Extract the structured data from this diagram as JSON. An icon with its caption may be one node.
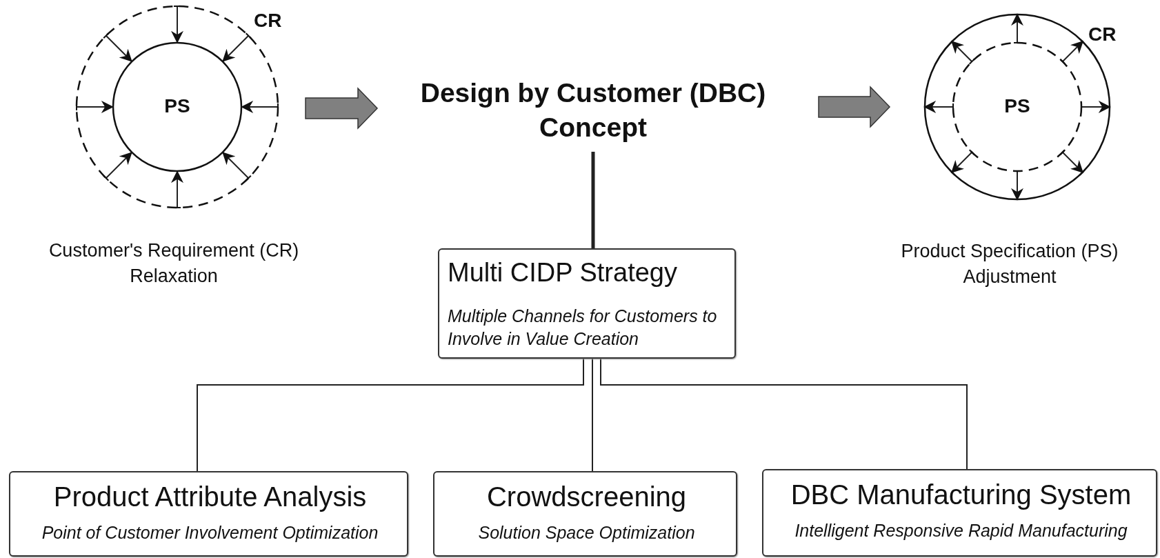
{
  "diagram": {
    "nodes": [
      {
        "text": [
          "CR"
        ],
        "beside": [
          "Customer's Requirement (CR) Relaxation"
        ]
      },
      {
        "text": [
          "PS"
        ],
        "in": 0
      },
      {
        "text": [
          "Design by Customer (DBC) Concept"
        ]
      },
      {
        "text": [
          "CR"
        ],
        "beside": [
          "Product Specification (PS) Adjustment"
        ]
      },
      {
        "text": [
          "PS"
        ],
        "in": 3
      },
      {
        "text": [
          "Multi CIDP Strategy",
          "Multiple Channels for Customers to Involve in Value Creation"
        ]
      },
      {
        "text": [
          "Product Attribute Analysis",
          "Point of Customer Involvement Optimization"
        ]
      },
      {
        "text": [
          "Crowdscreening",
          "Solution Space Optimization"
        ]
      },
      {
        "text": [
          "DBC Manufacturing System",
          "Intelligent Responsive Rapid Manufacturing"
        ]
      }
    ],
    "edges": [
      {
        "from": 0,
        "to": 2,
        "arrow": "to"
      },
      {
        "from": 2,
        "to": 3,
        "arrow": "to"
      },
      {
        "from": 2,
        "to": 5,
        "arrow": "none",
        "style": "thick"
      },
      {
        "from": 5,
        "to": 6,
        "arrow": "none"
      },
      {
        "from": 5,
        "to": 7,
        "arrow": "none"
      },
      {
        "from": 5,
        "to": 8,
        "arrow": "none"
      },
      {
        "from": 0,
        "to": 1,
        "arrow": "to"
      },
      {
        "from": 0,
        "to": 1,
        "arrow": "to"
      },
      {
        "from": 0,
        "to": 1,
        "arrow": "to"
      },
      {
        "from": 0,
        "to": 1,
        "arrow": "to"
      },
      {
        "from": 0,
        "to": 1,
        "arrow": "to"
      },
      {
        "from": 0,
        "to": 1,
        "arrow": "to"
      },
      {
        "from": 0,
        "to": 1,
        "arrow": "to"
      },
      {
        "from": 0,
        "to": 1,
        "arrow": "to"
      },
      {
        "from": 4,
        "to": 3,
        "arrow": "to"
      },
      {
        "from": 4,
        "to": 3,
        "arrow": "to"
      },
      {
        "from": 4,
        "to": 3,
        "arrow": "to"
      },
      {
        "from": 4,
        "to": 3,
        "arrow": "to"
      },
      {
        "from": 4,
        "to": 3,
        "arrow": "to"
      },
      {
        "from": 4,
        "to": 3,
        "arrow": "to"
      },
      {
        "from": 4,
        "to": 3,
        "arrow": "to"
      },
      {
        "from": 4,
        "to": 3,
        "arrow": "to"
      }
    ]
  }
}
